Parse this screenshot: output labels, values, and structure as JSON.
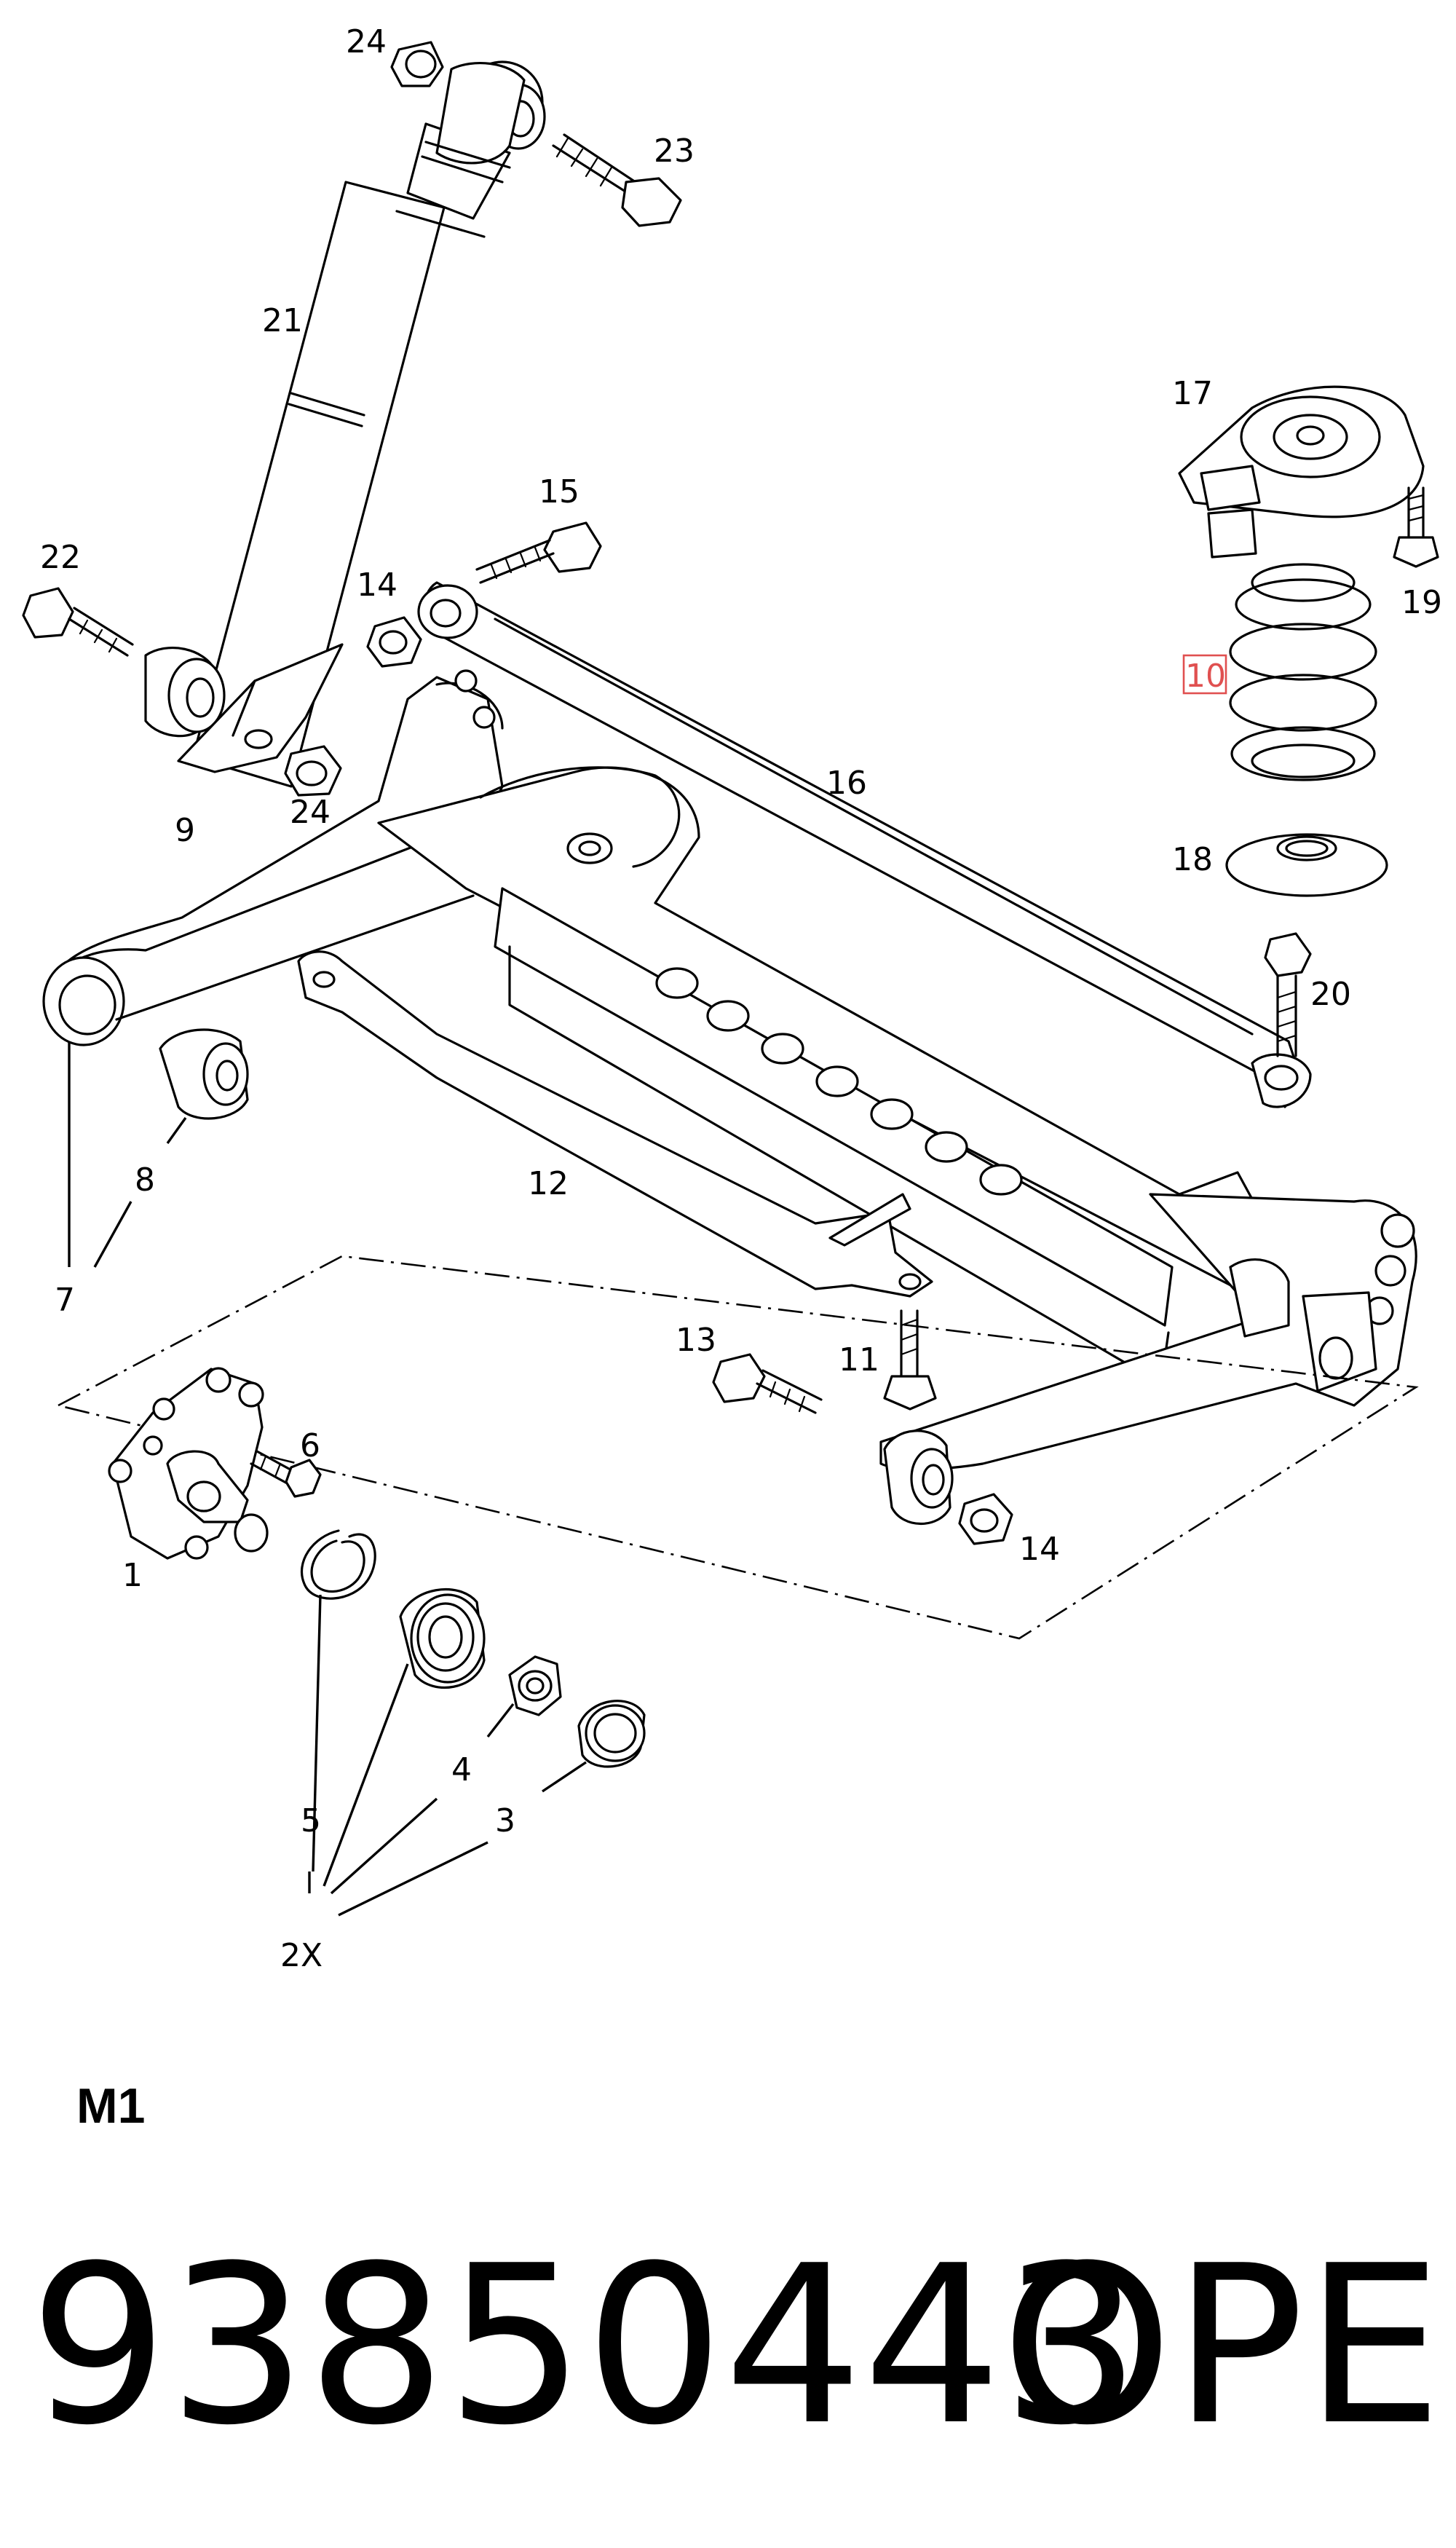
{
  "diagram": {
    "callouts": {
      "c1": "1",
      "c2x": "2X",
      "c3": "3",
      "c4": "4",
      "c5": "5",
      "c6": "6",
      "c7": "7",
      "c8": "8",
      "c9": "9",
      "c10": "10",
      "c11": "11",
      "c12": "12",
      "c13": "13",
      "c14a": "14",
      "c14b": "14",
      "c15": "15",
      "c16": "16",
      "c17": "17",
      "c18": "18",
      "c19": "19",
      "c20": "20",
      "c21": "21",
      "c22": "22",
      "c23": "23",
      "c24a": "24",
      "c24b": "24"
    },
    "highlighted_callout": "10",
    "highlight_color": "#e05050"
  },
  "footer": {
    "model_code": "M1",
    "part_number": "93850443",
    "brand": "OPEL"
  }
}
